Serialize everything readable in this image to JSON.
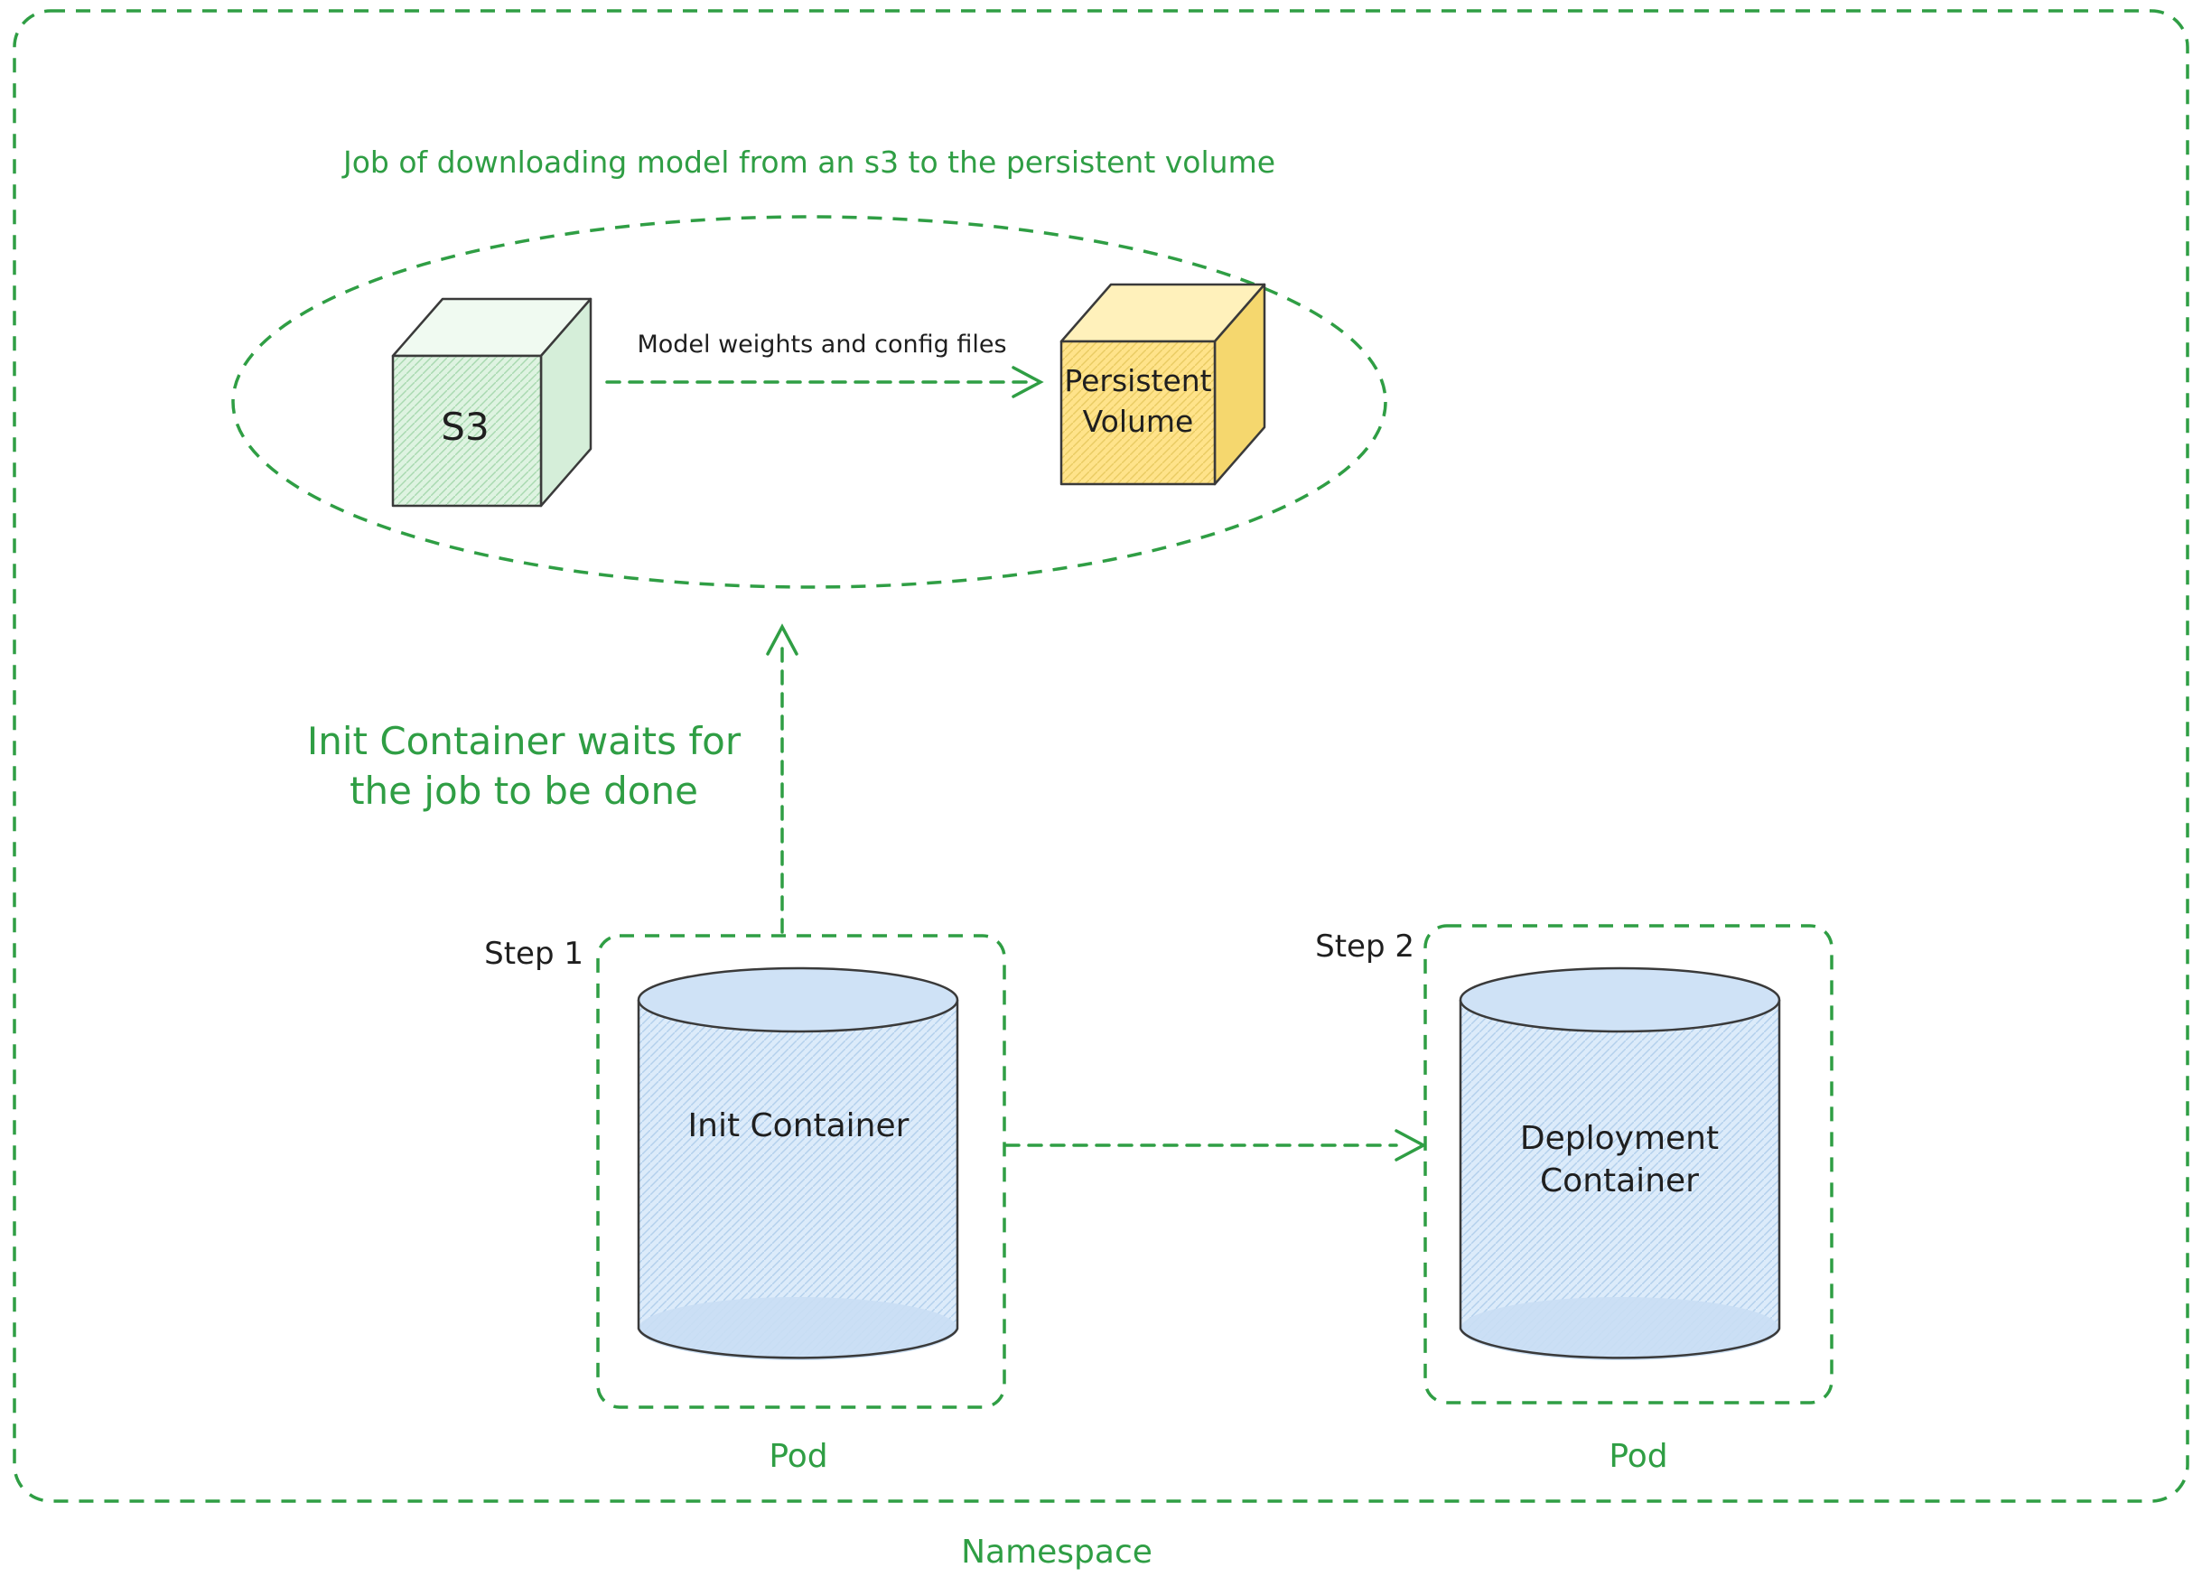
{
  "colors": {
    "accent_green": "#2f9e44",
    "text_dark": "#1f1f1f",
    "s3_cube_fill": "#def3e1",
    "persistent_volume_fill": "#ffe38a",
    "container_cylinder_fill": "#dcebfa",
    "shape_outline": "#3a3a3a"
  },
  "job_group": {
    "title": "Job of downloading model from an s3 to the persistent volume",
    "s3_label": "S3",
    "pv_label_line1": "Persistent",
    "pv_label_line2": "Volume",
    "transfer_arrow_label": "Model weights and config files"
  },
  "wait_note": {
    "line1": "Init Container waits for",
    "line2": "the job to be done"
  },
  "step1": {
    "step_label": "Step 1",
    "container_label": "Init Container",
    "pod_label": "Pod"
  },
  "step2": {
    "step_label": "Step 2",
    "container_label_line1": "Deployment",
    "container_label_line2": "Container",
    "pod_label": "Pod"
  },
  "namespace_label": "Namespace"
}
